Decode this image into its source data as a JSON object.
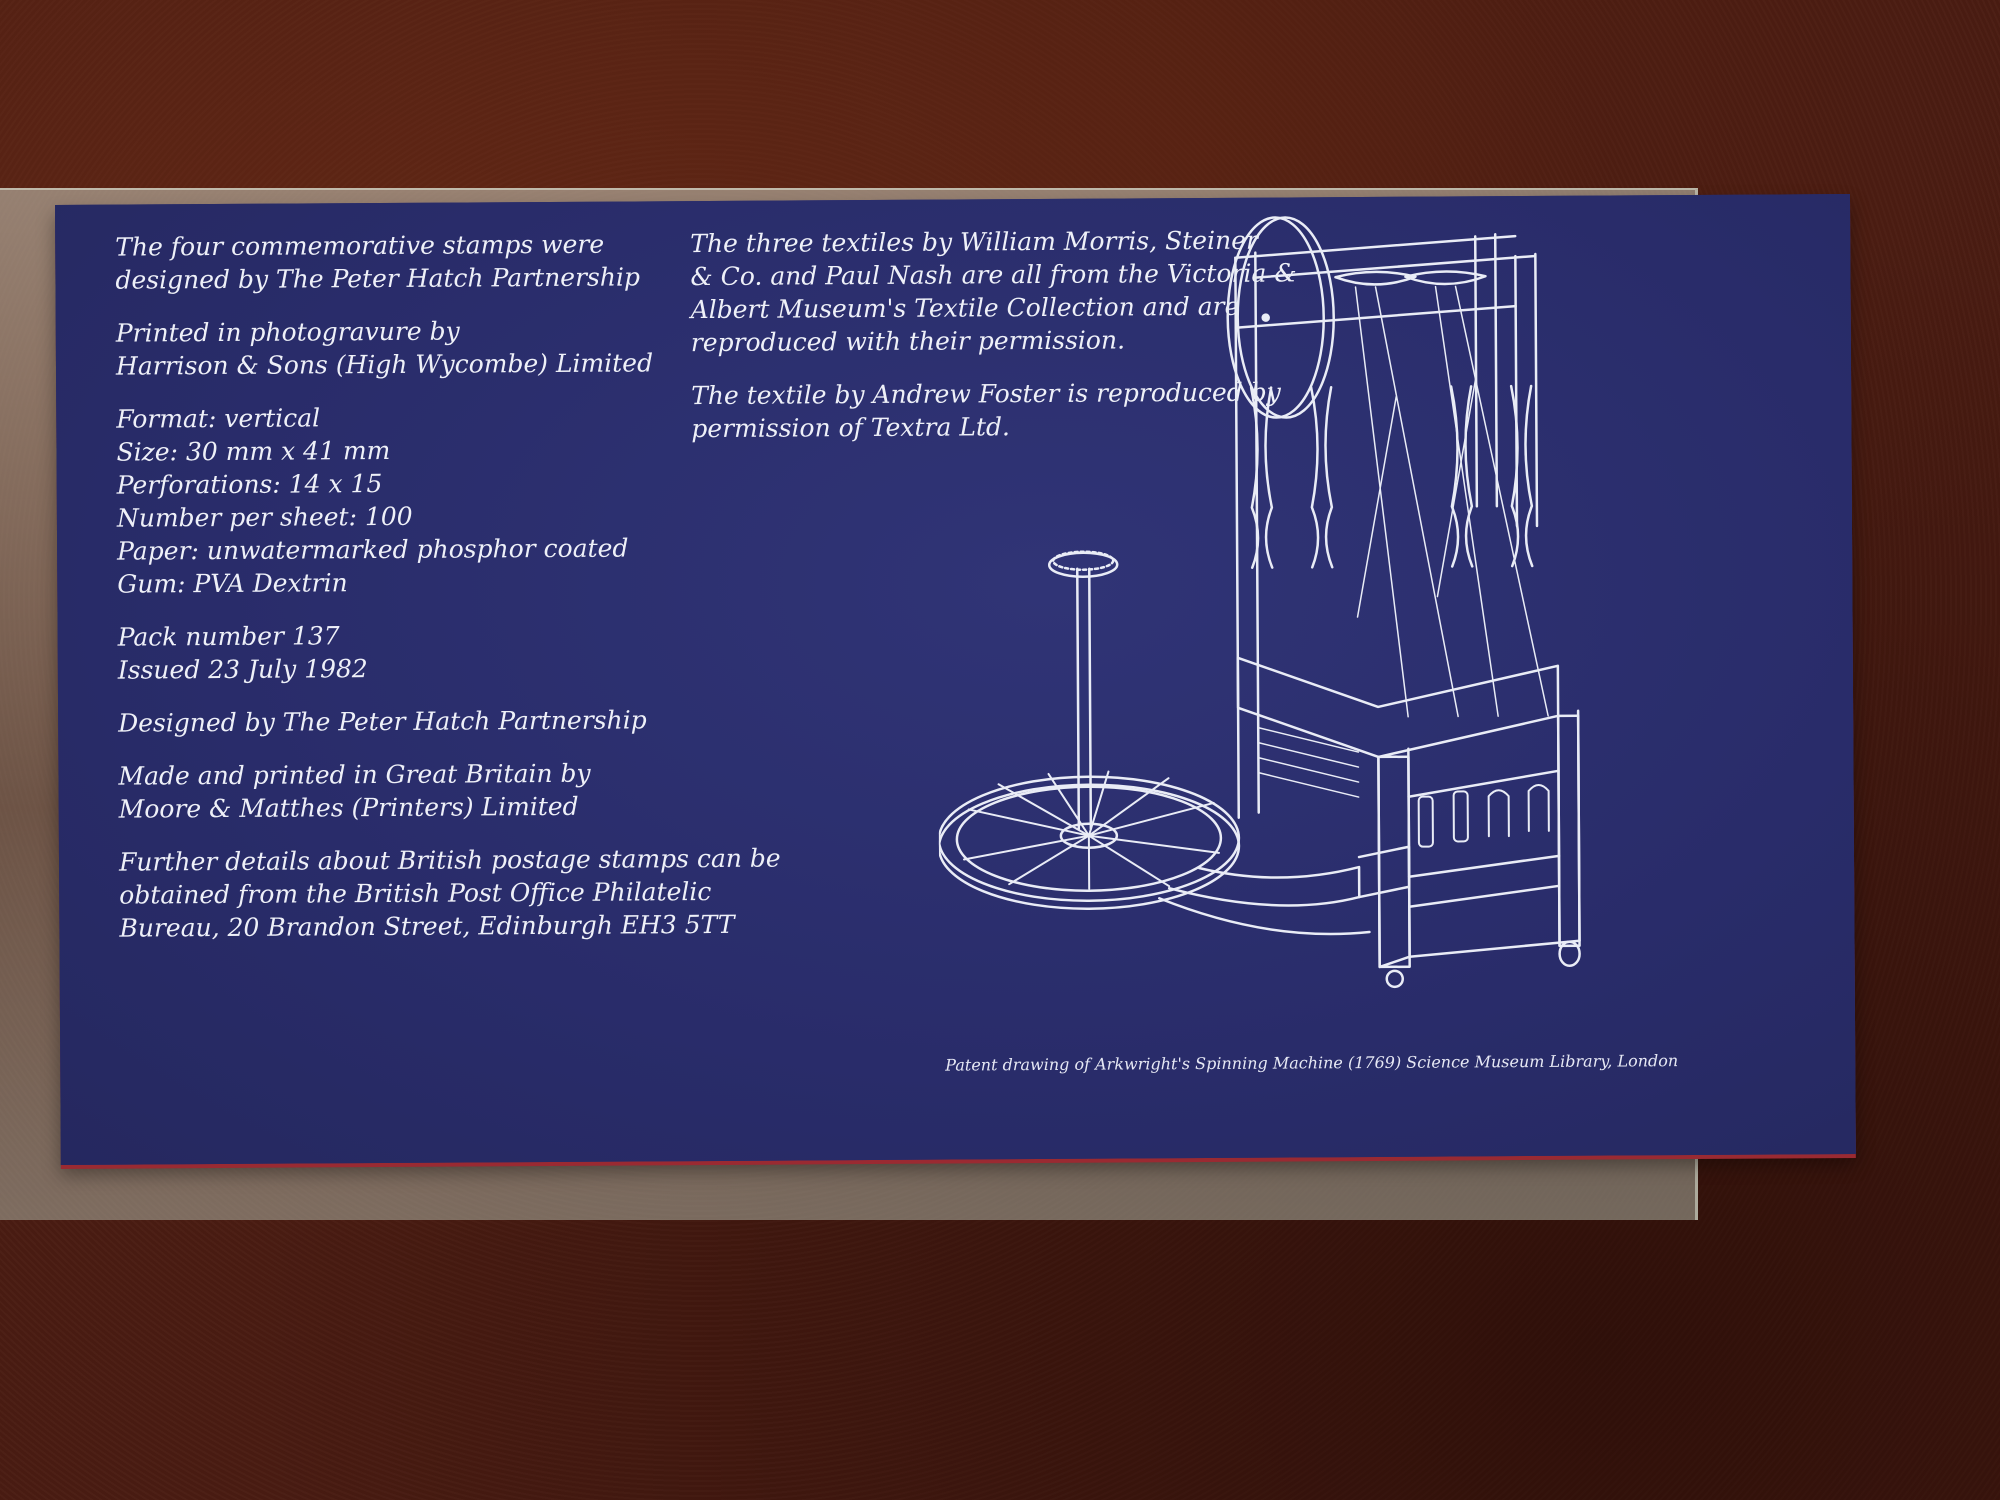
{
  "left_column": [
    {
      "lines": [
        "The four commemorative stamps were",
        "designed by The Peter Hatch Partnership"
      ]
    },
    {
      "lines": [
        "Printed in photogravure by",
        "Harrison & Sons (High Wycombe) Limited"
      ]
    },
    {
      "lines": [
        "Format: vertical",
        "Size: 30 mm x 41 mm",
        "Perforations: 14 x 15",
        "Number per sheet: 100",
        "Paper: unwatermarked phosphor coated",
        "Gum: PVA Dextrin"
      ]
    },
    {
      "lines": [
        "Pack number 137",
        "Issued 23 July 1982"
      ]
    },
    {
      "lines": [
        "Designed by The Peter Hatch Partnership"
      ]
    },
    {
      "lines": [
        "Made and printed in Great Britain by",
        "Moore & Matthes (Printers) Limited"
      ]
    },
    {
      "lines": [
        "Further details about British postage stamps can be",
        "obtained from the British Post Office Philatelic",
        "Bureau, 20 Brandon Street, Edinburgh EH3 5TT"
      ]
    }
  ],
  "middle_column": [
    {
      "lines": [
        "The three textiles by William Morris, Steiner",
        "& Co. and Paul Nash are all from the Victoria &",
        "Albert Museum's Textile Collection and are",
        "reproduced with their permission."
      ]
    },
    {
      "lines": [
        "The textile by Andrew Foster is reproduced by",
        "permission of Textra Ltd."
      ]
    }
  ],
  "caption": "Patent drawing of Arkwright's Spinning Machine (1769) Science Museum Library, London",
  "colors": {
    "card": "#2a2d6e",
    "ink": "#eef0f8",
    "edge": "#9a2a32",
    "background": "#4a1c12"
  },
  "illustration": "spinning-machine-line-drawing"
}
